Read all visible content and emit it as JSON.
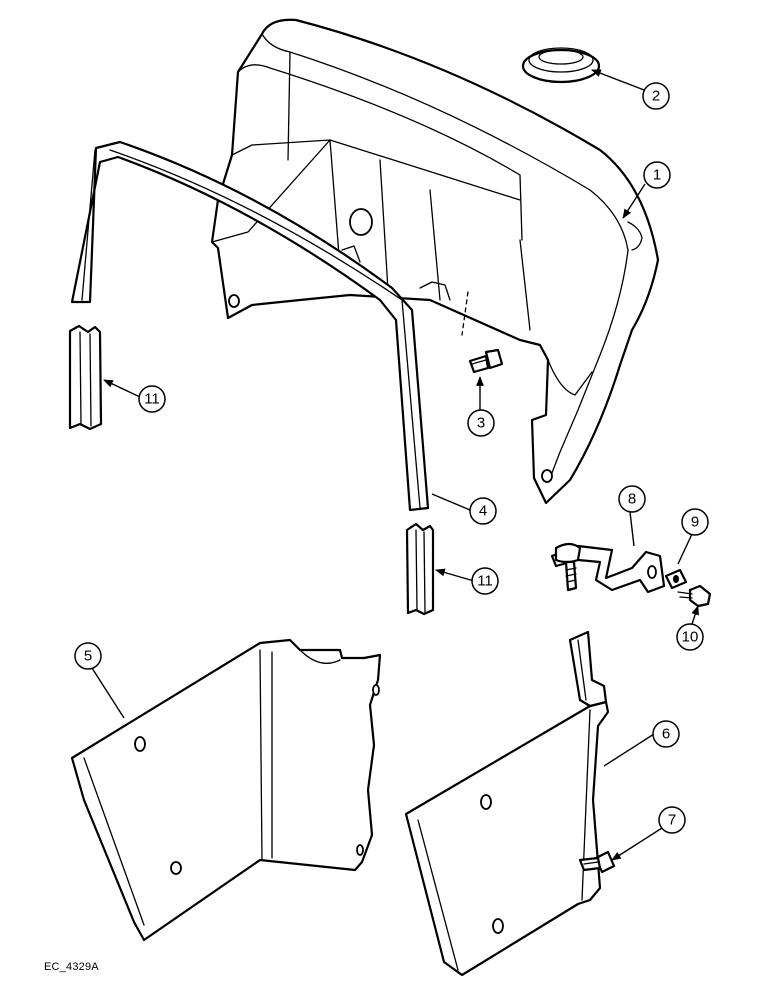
{
  "callouts": [
    {
      "id": "1",
      "label": "1",
      "part": "cab-roof"
    },
    {
      "id": "2",
      "label": "2",
      "part": "roof-grommet"
    },
    {
      "id": "3",
      "label": "3",
      "part": "roof-bolt"
    },
    {
      "id": "4",
      "label": "4",
      "part": "door-seal"
    },
    {
      "id": "5",
      "label": "5",
      "part": "left-side-panel"
    },
    {
      "id": "6",
      "label": "6",
      "part": "right-side-panel"
    },
    {
      "id": "7",
      "label": "7",
      "part": "panel-bolt"
    },
    {
      "id": "8",
      "label": "8",
      "part": "mounting-bracket"
    },
    {
      "id": "9",
      "label": "9",
      "part": "clip-nut"
    },
    {
      "id": "10",
      "label": "10",
      "part": "bracket-bolt"
    },
    {
      "id": "11a",
      "label": "11",
      "part": "seal-end-left"
    },
    {
      "id": "11b",
      "label": "11",
      "part": "seal-end-right"
    }
  ],
  "caption": "EC_4329A"
}
